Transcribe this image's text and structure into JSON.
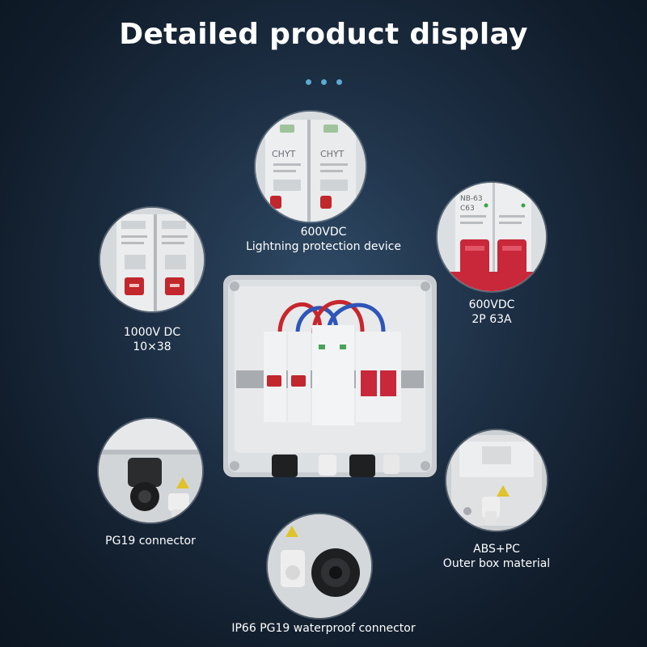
{
  "heading": "Detailed product display",
  "accent_color": "#5fa9d1",
  "features": {
    "spd": {
      "line1": "600VDC",
      "line2": "Lightning protection device"
    },
    "fuse": {
      "line1": "1000V DC",
      "line2": "10×38"
    },
    "breaker": {
      "line1": "600VDC",
      "line2": "2P 63A"
    },
    "pg19": {
      "line1": "PG19 connector"
    },
    "material": {
      "line1": "ABS+PC",
      "line2": "Outer box material"
    },
    "waterproof": {
      "line1": "IP66 PG19 waterproof connector"
    }
  },
  "product_labels": {
    "brand": "CHYT",
    "breaker_model": "NB-63",
    "breaker_rating": "C63"
  }
}
